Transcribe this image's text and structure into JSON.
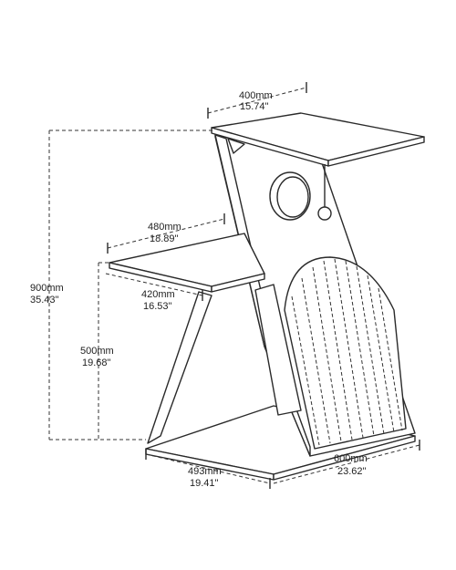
{
  "dimensions": {
    "top_shelf_width": {
      "mm": "400mm",
      "in": "15.74\""
    },
    "mid_shelf_width": {
      "mm": "480mm",
      "in": "18.89\""
    },
    "mid_shelf_depth": {
      "mm": "420mm",
      "in": "16.53\""
    },
    "total_height": {
      "mm": "900mm",
      "in": "35.43\""
    },
    "mid_shelf_height": {
      "mm": "500mm",
      "in": "19.68\""
    },
    "base_width": {
      "mm": "493mm",
      "in": "19.41\""
    },
    "base_depth": {
      "mm": "600mm",
      "in": "23.62\""
    }
  },
  "colors": {
    "line": "#2a2a2a",
    "background": "#ffffff"
  },
  "icons": {
    "porthole": "round-window-icon",
    "toy": "hanging-ball-icon"
  }
}
